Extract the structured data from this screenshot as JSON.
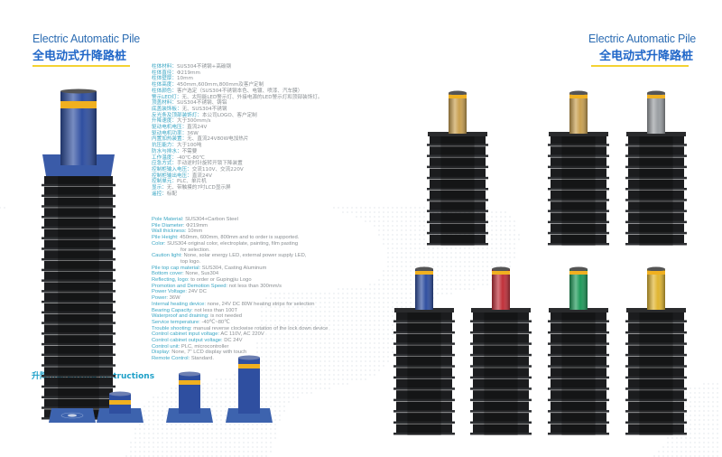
{
  "left_header": {
    "title_en": "Electric Automatic Pile",
    "title_cn": "全电动式升降路桩"
  },
  "right_header": {
    "title_en": "Electric Automatic Pile",
    "title_cn": "全电动式升降路桩"
  },
  "specs_cn": [
    {
      "k": "柱体材料：",
      "v": "SUS304不锈钢+高碳钢"
    },
    {
      "k": "柱体直径：",
      "v": "Φ219mm"
    },
    {
      "k": "柱体壁厚：",
      "v": "10mm"
    },
    {
      "k": "柱体高度：",
      "v": "450mm,600mm,800mm及客户定制"
    },
    {
      "k": "柱体颜色：",
      "v": "客户选定（SUS304不锈钢本色、电镀、喷漆、汽车膜）"
    },
    {
      "k": "警示LED灯：",
      "v": "无、太阳能LED警示灯、外接电源的LED警示灯和顶部装饰灯。"
    },
    {
      "k": "顶盖材料：",
      "v": "SUS304不锈钢、铸铝"
    },
    {
      "k": "底盖装饰板：",
      "v": "无、SUS304不锈钢"
    },
    {
      "k": "反光条及顶部装饰灯：",
      "v": "本公司LOGO、客户定制"
    },
    {
      "k": "升降速度：",
      "v": "大于300mm/s"
    },
    {
      "k": "驱动电机电压：",
      "v": "直流24V"
    },
    {
      "k": "驱动电机功率：",
      "v": "36W"
    },
    {
      "k": "内置加热装置：",
      "v": "无、直流24V80W电加热片"
    },
    {
      "k": "抗压能力：",
      "v": "大于100吨"
    },
    {
      "k": "防水与排水：",
      "v": "不需要"
    },
    {
      "k": "工作温度：",
      "v": "-40℃-80℃"
    },
    {
      "k": "应急方式：",
      "v": "手动逆时针旋转开锁下降装置"
    },
    {
      "k": "控制柜输入电压：",
      "v": "交流110V、交流220V"
    },
    {
      "k": "控制柜输出电压：",
      "v": "直流24V"
    },
    {
      "k": "控制单元：",
      "v": "PLC、单片机"
    },
    {
      "k": "显示：",
      "v": "无、带触摸的7吋LCD显示屏"
    },
    {
      "k": "遥控：",
      "v": "标配"
    }
  ],
  "specs_en": [
    {
      "k": "Pole Material: ",
      "v": "SUS304+Carbon Steel"
    },
    {
      "k": "Pile Diameter: ",
      "v": "Φ219mm"
    },
    {
      "k": "Wall thickness: ",
      "v": "10mm"
    },
    {
      "k": "Pile Height: ",
      "v": "450mm, 600mm, 800mm and to order is supported."
    },
    {
      "k": "Color: ",
      "v": "SUS304 original color, electroplate, painting, film pasting",
      "cont": "for selection."
    },
    {
      "k": "Caution light: ",
      "v": "None, solar energy LED, external power supply LED,",
      "cont": "top logo."
    },
    {
      "k": "Pile top cap material: ",
      "v": "SUS304, Casting Aluminum"
    },
    {
      "k": "Bottom cover: ",
      "v": "None, Sus304"
    },
    {
      "k": "Reflecting, logo: ",
      "v": "to order or Gupingjiu Logo"
    },
    {
      "k": "Promotion and Demotion Speed: ",
      "v": "not less than 300mm/s"
    },
    {
      "k": "Power Voltage: ",
      "v": "24V DC"
    },
    {
      "k": "Power: ",
      "v": "36W"
    },
    {
      "k": "Internal heating device: ",
      "v": "none, 24V DC 80W heating strips for selection"
    },
    {
      "k": "Bearing Capacity: ",
      "v": "not less than 100T"
    },
    {
      "k": "Waterproof and draining: ",
      "v": " is not needed"
    },
    {
      "k": "Service temperature: ",
      "v": "-40℃~80℃"
    },
    {
      "k": "Trouble shooting: ",
      "v": "manual reverse clockwise rotation of the lock down device"
    },
    {
      "k": "Control cabinet input voltage: ",
      "v": "AC 110V, AC 220V"
    },
    {
      "k": "Control cabinet output voltage: ",
      "v": "DC 24V"
    },
    {
      "k": "Control unit: ",
      "v": "PLC, microcontroller"
    },
    {
      "k": "Display: ",
      "v": "None, 7\" LCD display with touch"
    },
    {
      "k": "Remote Control: ",
      "v": "Standard."
    }
  ],
  "lifting": {
    "title": "升降示意/Lifting instructions"
  },
  "colors": {
    "blue": "#2f4fa0",
    "gold": "#c9a050",
    "silver": "#9a9ea2",
    "red": "#c0303a",
    "green": "#1f9a5a",
    "yellow": "#e0b530",
    "band": "#f0b020",
    "housing": "#1b1c1e",
    "title": "#2d6db3",
    "accent_line": "#f4d233"
  },
  "piles": [
    {
      "name": "main-blue-pile",
      "color": "blue"
    },
    {
      "name": "gold-pile-1",
      "color": "gold"
    },
    {
      "name": "gold-pile-2",
      "color": "gold"
    },
    {
      "name": "silver-pile",
      "color": "silver"
    },
    {
      "name": "blue-pile",
      "color": "blue"
    },
    {
      "name": "red-pile",
      "color": "red"
    },
    {
      "name": "green-pile",
      "color": "green"
    },
    {
      "name": "yellow-pile",
      "color": "yellow"
    }
  ]
}
